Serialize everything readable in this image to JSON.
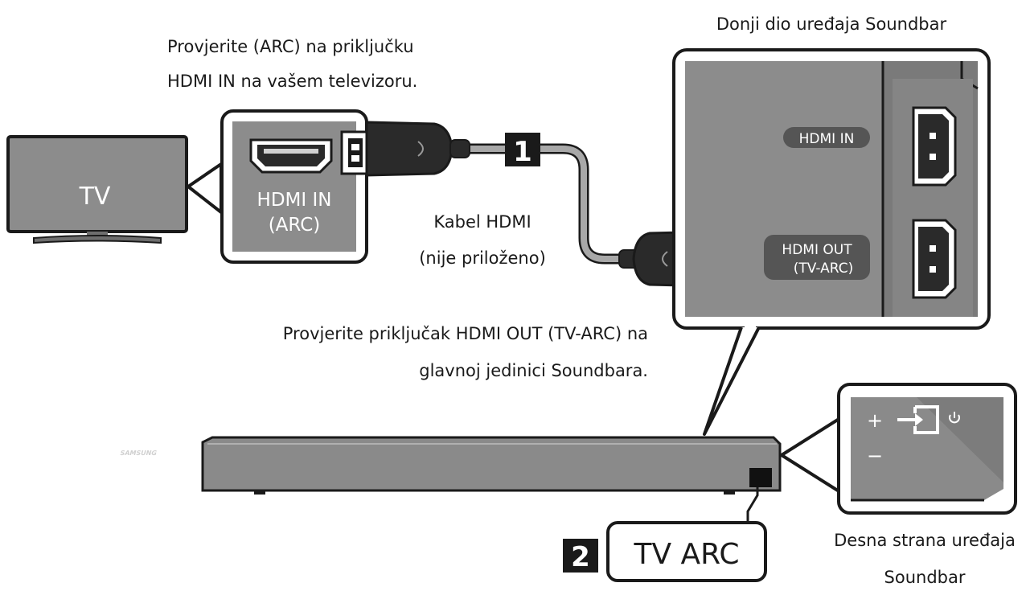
{
  "labels": {
    "tv_check_line1": "Provjerite (ARC) na priključku",
    "tv_check_line2": "HDMI IN na vašem televizoru.",
    "bottom_title": "Donji dio uređaja Soundbar",
    "tv": "TV",
    "tv_port_line1": "HDMI IN",
    "tv_port_line2": "(ARC)",
    "step1": "1",
    "cable_line1": "Kabel HDMI",
    "cable_line2": "(nije priloženo)",
    "sb_hdmi_in": "HDMI IN",
    "sb_hdmi_out_line1": "HDMI OUT",
    "sb_hdmi_out_line2": "(TV-ARC)",
    "sb_check_line1": "Provjerite priključak HDMI OUT (TV-ARC) na",
    "sb_check_line2": "glavnoj jedinici Soundbara.",
    "brand": "SAMSUNG",
    "btn_plus": "+",
    "btn_minus": "−",
    "step2": "2",
    "tv_arc": "TV ARC",
    "right_side_line1": "Desna strana uređaja",
    "right_side_line2": "Soundbar"
  },
  "colors": {
    "panel_gray": "#8c8c8c",
    "soundbar_gray": "#8a8a8a",
    "outline": "#1a1a1a",
    "badge_dark": "#1a1a1a",
    "pill_dark": "#555555",
    "cable_gray": "#a8a8a8"
  },
  "icons": [
    "tv-icon",
    "hdmi-port-icon",
    "hdmi-plug-icon",
    "input-source-icon",
    "power-icon"
  ]
}
